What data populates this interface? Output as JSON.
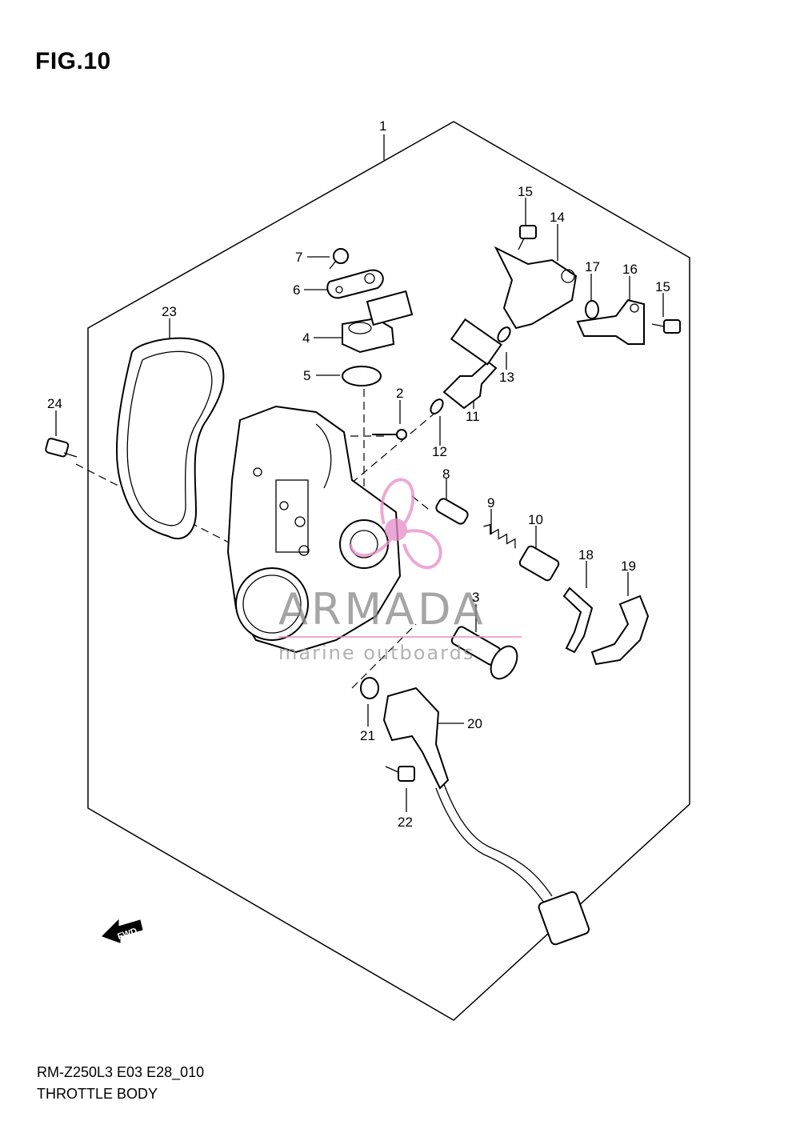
{
  "figure": {
    "title": "FIG.10"
  },
  "footer": {
    "model_code": "RM-Z250L3 E03 E28_010",
    "section_name": "THROTTLE BODY"
  },
  "fwd_label": "FWD",
  "watermark": {
    "brand": "ARMADA",
    "tagline": "marine outboards",
    "accent_color": "#e68cc8"
  },
  "callouts": {
    "c1": "1",
    "c2": "2",
    "c3": "3",
    "c4": "4",
    "c5": "5",
    "c6": "6",
    "c7": "7",
    "c8": "8",
    "c9": "9",
    "c10": "10",
    "c11": "11",
    "c12": "12",
    "c13": "13",
    "c14": "14",
    "c15a": "15",
    "c15b": "15",
    "c16": "16",
    "c17": "17",
    "c18": "18",
    "c19": "19",
    "c20": "20",
    "c21": "21",
    "c22": "22",
    "c23": "23",
    "c24": "24"
  }
}
